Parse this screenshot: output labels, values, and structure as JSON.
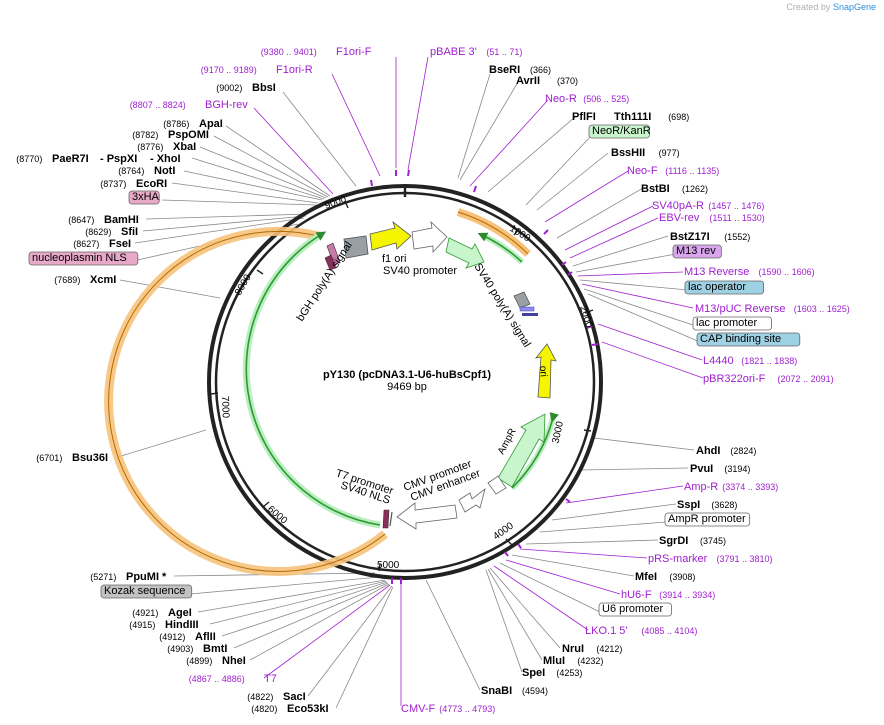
{
  "credit": {
    "prefix": "Created by",
    "brand": "SnapGene"
  },
  "plasmid": {
    "name": "pY130 (pcDNA3.1-U6-huBsCpf1)",
    "length_label": "9469 bp",
    "length": 9469
  },
  "colors": {
    "enzyme": "#000000",
    "primer": "#a020d0",
    "backbone": "#222222",
    "orange_feature": "#f6c27a",
    "green_feature": "#2f9a2f",
    "light_green": "#b8eec0",
    "yellow_arrow": "#f5f500"
  },
  "ticks": [
    "1000",
    "2000",
    "3000",
    "4000",
    "5000",
    "6000",
    "7000",
    "8000",
    "9000"
  ],
  "labels": [
    {
      "id": "f1ori-f",
      "text": "F1ori-F",
      "pos": "(9380 .. 9401)",
      "kind": "primer"
    },
    {
      "id": "pbabe3",
      "text": "pBABE 3'",
      "pos": "(51 .. 71)",
      "kind": "primer"
    },
    {
      "id": "f1ori-r",
      "text": "F1ori-R",
      "pos": "(9170 .. 9189)",
      "kind": "primer"
    },
    {
      "id": "bseri",
      "text": "BseRI",
      "pos": "(366)",
      "kind": "enzyme"
    },
    {
      "id": "avrii",
      "text": "AvrII",
      "pos": "(370)",
      "kind": "enzyme"
    },
    {
      "id": "bbsi",
      "text": "BbsI",
      "pos": "(9002)",
      "kind": "enzyme"
    },
    {
      "id": "neo-r",
      "text": "Neo-R",
      "pos": "(506 .. 525)",
      "kind": "primer"
    },
    {
      "id": "bgh-rev",
      "text": "BGH-rev",
      "pos": "(8807 .. 8824)",
      "kind": "primer"
    },
    {
      "id": "pflfi",
      "text": "PflFI",
      "pos": "",
      "kind": "enzyme"
    },
    {
      "id": "tth111i",
      "text": "Tth111I",
      "pos": "(698)",
      "kind": "enzyme"
    },
    {
      "id": "apai",
      "text": "ApaI",
      "pos": "(8786)",
      "kind": "enzyme"
    },
    {
      "id": "psp0mi",
      "text": "PspOMI",
      "pos": "(8782)",
      "kind": "enzyme"
    },
    {
      "id": "neokan",
      "text": "NeoR/KanR",
      "pos": "",
      "kind": "box-green"
    },
    {
      "id": "xbai",
      "text": "XbaI",
      "pos": "(8776)",
      "kind": "enzyme"
    },
    {
      "id": "bsshii",
      "text": "BssHII",
      "pos": "(977)",
      "kind": "enzyme"
    },
    {
      "id": "paer7i",
      "text": "PaeR7I",
      "pos": "(8770)",
      "kind": "enzyme"
    },
    {
      "id": "pspxi",
      "text": "- PspXI",
      "pos": "",
      "kind": "enzyme"
    },
    {
      "id": "xhoi",
      "text": "- XhoI",
      "pos": "",
      "kind": "enzyme"
    },
    {
      "id": "noti",
      "text": "NotI",
      "pos": "(8764)",
      "kind": "enzyme"
    },
    {
      "id": "neo-f",
      "text": "Neo-F",
      "pos": "(1116 .. 1135)",
      "kind": "primer"
    },
    {
      "id": "ecori",
      "text": "EcoRI",
      "pos": "(8737)",
      "kind": "enzyme"
    },
    {
      "id": "bstbi",
      "text": "BstBI",
      "pos": "(1262)",
      "kind": "enzyme"
    },
    {
      "id": "3xha",
      "text": "3xHA",
      "pos": "",
      "kind": "box-pink"
    },
    {
      "id": "sv40pa-r",
      "text": "SV40pA-R",
      "pos": "(1457 .. 1476)",
      "kind": "primer"
    },
    {
      "id": "ebv-rev",
      "text": "EBV-rev",
      "pos": "(1511 .. 1530)",
      "kind": "primer"
    },
    {
      "id": "bamhi",
      "text": "BamHI",
      "pos": "(8647)",
      "kind": "enzyme"
    },
    {
      "id": "sfii",
      "text": "SfiI",
      "pos": "(8629)",
      "kind": "enzyme"
    },
    {
      "id": "bstz17i",
      "text": "BstZ17I",
      "pos": "(1552)",
      "kind": "enzyme"
    },
    {
      "id": "fsei",
      "text": "FseI",
      "pos": "(8627)",
      "kind": "enzyme"
    },
    {
      "id": "m13rev",
      "text": "M13 rev",
      "pos": "",
      "kind": "box-purple"
    },
    {
      "id": "nls",
      "text": "nucleoplasmin NLS",
      "pos": "",
      "kind": "box-pink"
    },
    {
      "id": "m13reverse",
      "text": "M13 Reverse",
      "pos": "(1590 .. 1606)",
      "kind": "primer"
    },
    {
      "id": "xcmi",
      "text": "XcmI",
      "pos": "(7689)",
      "kind": "enzyme"
    },
    {
      "id": "lacop",
      "text": "lac operator",
      "pos": "",
      "kind": "box-blue"
    },
    {
      "id": "m13puc",
      "text": "M13/pUC Reverse",
      "pos": "(1603 .. 1625)",
      "kind": "primer"
    },
    {
      "id": "lacprom",
      "text": "lac promoter",
      "pos": "",
      "kind": "box-white"
    },
    {
      "id": "cap",
      "text": "CAP binding site",
      "pos": "",
      "kind": "box-blue"
    },
    {
      "id": "l4440",
      "text": "L4440",
      "pos": "(1821 .. 1838)",
      "kind": "primer"
    },
    {
      "id": "pbr322",
      "text": "pBR322ori-F",
      "pos": "(2072 .. 2091)",
      "kind": "primer"
    },
    {
      "id": "bsu36i",
      "text": "Bsu36I",
      "pos": "(6701)",
      "kind": "enzyme"
    },
    {
      "id": "ahdi",
      "text": "AhdI",
      "pos": "(2824)",
      "kind": "enzyme"
    },
    {
      "id": "pvui",
      "text": "PvuI",
      "pos": "(3194)",
      "kind": "enzyme"
    },
    {
      "id": "amp-r",
      "text": "Amp-R",
      "pos": "(3374 .. 3393)",
      "kind": "primer"
    },
    {
      "id": "sspi",
      "text": "SspI",
      "pos": "(3628)",
      "kind": "enzyme"
    },
    {
      "id": "ampprom",
      "text": "AmpR promoter",
      "pos": "",
      "kind": "box-white"
    },
    {
      "id": "sgrdi",
      "text": "SgrDI",
      "pos": "(3745)",
      "kind": "enzyme"
    },
    {
      "id": "prs",
      "text": "pRS-marker",
      "pos": "(3791 .. 3810)",
      "kind": "primer"
    },
    {
      "id": "mfei",
      "text": "MfeI",
      "pos": "(3908)",
      "kind": "enzyme"
    },
    {
      "id": "ppumi",
      "text": "PpuMI *",
      "pos": "(5271)",
      "kind": "enzyme"
    },
    {
      "id": "hu6-f",
      "text": "hU6-F",
      "pos": "(3914 .. 3934)",
      "kind": "primer"
    },
    {
      "id": "kozak",
      "text": "Kozak sequence",
      "pos": "",
      "kind": "box-gray"
    },
    {
      "id": "u6prom",
      "text": "U6 promoter",
      "pos": "",
      "kind": "box-white"
    },
    {
      "id": "agei",
      "text": "AgeI",
      "pos": "(4921)",
      "kind": "enzyme"
    },
    {
      "id": "hindiii",
      "text": "HindIII",
      "pos": "(4915)",
      "kind": "enzyme"
    },
    {
      "id": "lko1",
      "text": "LKO.1 5'",
      "pos": "(4085 .. 4104)",
      "kind": "primer"
    },
    {
      "id": "afiii",
      "text": "AflII",
      "pos": "(4912)",
      "kind": "enzyme"
    },
    {
      "id": "nrui",
      "text": "NruI",
      "pos": "(4212)",
      "kind": "enzyme"
    },
    {
      "id": "bmti",
      "text": "BmtI",
      "pos": "(4903)",
      "kind": "enzyme"
    },
    {
      "id": "mlui",
      "text": "MluI",
      "pos": "(4232)",
      "kind": "enzyme"
    },
    {
      "id": "nhei",
      "text": "NheI",
      "pos": "(4899)",
      "kind": "enzyme"
    },
    {
      "id": "spei",
      "text": "SpeI",
      "pos": "(4253)",
      "kind": "enzyme"
    },
    {
      "id": "t7",
      "text": "T7",
      "pos": "(4867 .. 4886)",
      "kind": "primer"
    },
    {
      "id": "snabi",
      "text": "SnaBI",
      "pos": "(4594)",
      "kind": "enzyme"
    },
    {
      "id": "saci",
      "text": "SacI",
      "pos": "(4822)",
      "kind": "enzyme"
    },
    {
      "id": "eco53ki",
      "text": "Eco53kI",
      "pos": "(4820)",
      "kind": "enzyme"
    },
    {
      "id": "cmv-f",
      "text": "CMV-F",
      "pos": "(4773 .. 4793)",
      "kind": "primer"
    }
  ],
  "inner_labels": {
    "f1ori": "f1 ori",
    "sv40prom": "SV40 promoter",
    "bgh": "bGH poly(A) signal",
    "sv40polya": "SV40 poly(A) signal",
    "ori": "ori",
    "ampr": "AmpR",
    "t7prom": "T7 promoter",
    "sv40nls": "SV40 NLS",
    "cmvprom": "CMV promoter",
    "cmvenh": "CMV enhancer"
  }
}
